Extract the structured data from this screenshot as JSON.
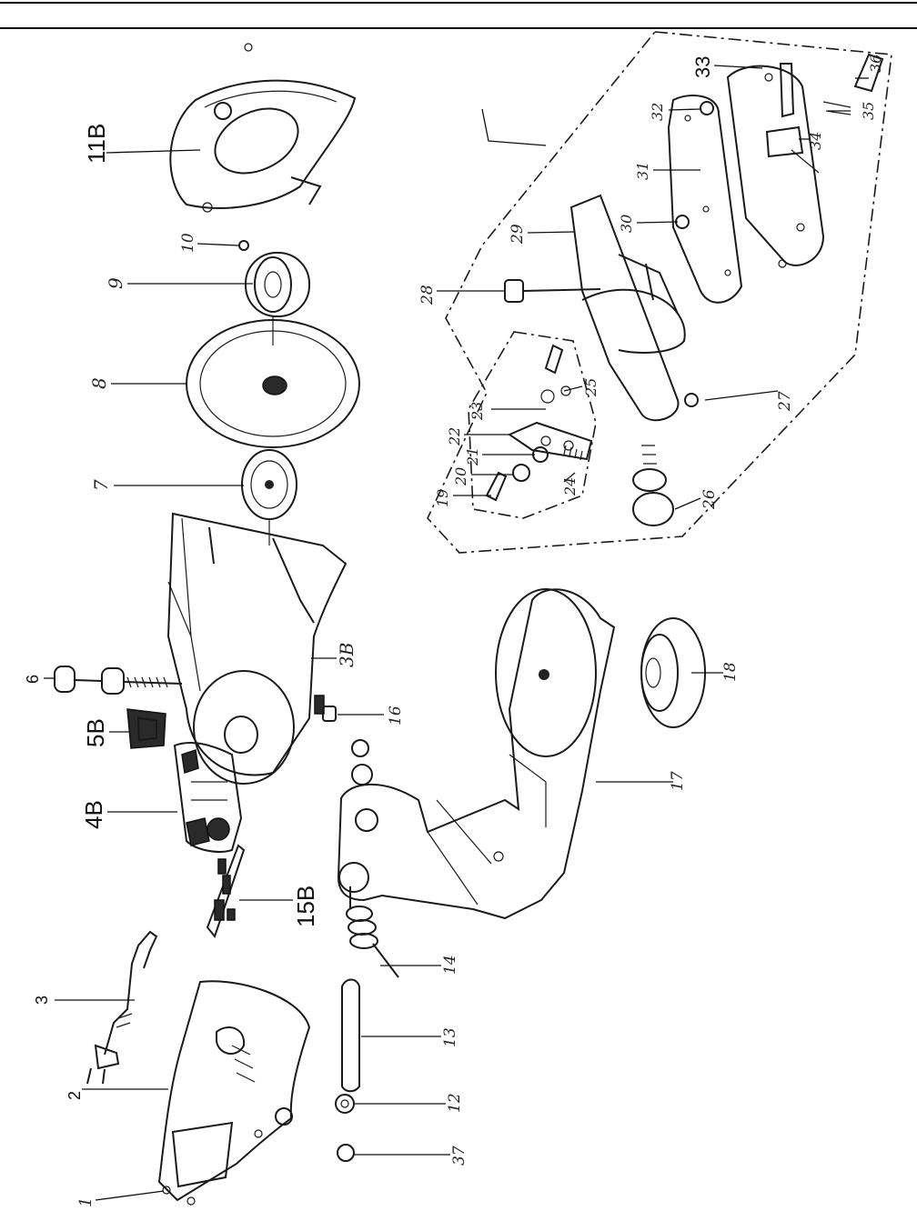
{
  "labels": {
    "p1": "1",
    "p2": "2",
    "p3": "3",
    "p4B": "4B",
    "p5B": "5B",
    "p6": "6",
    "p7": "7",
    "p8": "8",
    "p9": "9",
    "p10": "10",
    "p11B": "11B",
    "p12": "12",
    "p13": "13",
    "p14": "14",
    "p15B": "15B",
    "p16": "16",
    "p17": "17",
    "p18": "18",
    "p19": "19",
    "p20": "20",
    "p21": "21",
    "p22": "22",
    "p23": "23",
    "p24": "24",
    "p25": "25",
    "p26": "26",
    "p27": "27",
    "p28": "28",
    "p29": "29",
    "p30": "30",
    "p31": "31",
    "p32": "32",
    "p33": "33",
    "p34": "34",
    "p35": "35",
    "p36": "36",
    "p37": "37",
    "p3B": "3B"
  }
}
